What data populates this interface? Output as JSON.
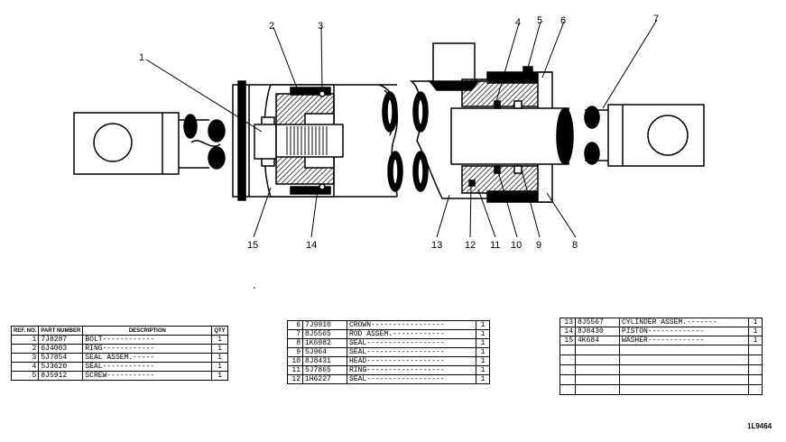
{
  "callouts": [
    "1",
    "2",
    "3",
    "4",
    "5",
    "6",
    "7",
    "8",
    "9",
    "10",
    "11",
    "12",
    "13",
    "14",
    "15"
  ],
  "table_headers": {
    "ref_no": "REF. NO.",
    "part_number": "PART NUMBER",
    "description": "DESCRIPTION",
    "qty": "QTY"
  },
  "parts": [
    {
      "ref": "1",
      "part": "7J8287",
      "desc": "BOLT",
      "qty": "1"
    },
    {
      "ref": "2",
      "part": "6J4003",
      "desc": "RING",
      "qty": "1"
    },
    {
      "ref": "3",
      "part": "5J7854",
      "desc": "SEAL ASSEM.",
      "qty": "1"
    },
    {
      "ref": "4",
      "part": "5J3620",
      "desc": "SEAL",
      "qty": "1"
    },
    {
      "ref": "5",
      "part": "8J5912",
      "desc": "SCREW",
      "qty": "1"
    },
    {
      "ref": "6",
      "part": "7J9910",
      "desc": "CROWN",
      "qty": "1"
    },
    {
      "ref": "7",
      "part": "8J5565",
      "desc": "ROD ASSEM.",
      "qty": "1"
    },
    {
      "ref": "8",
      "part": "1K6982",
      "desc": "SEAL",
      "qty": "1"
    },
    {
      "ref": "9",
      "part": "5J964",
      "desc": "SEAL",
      "qty": "1"
    },
    {
      "ref": "10",
      "part": "8J8431",
      "desc": "HEAD",
      "qty": "1"
    },
    {
      "ref": "11",
      "part": "5J7865",
      "desc": "RING",
      "qty": "1"
    },
    {
      "ref": "12",
      "part": "1H6227",
      "desc": "SEAL",
      "qty": "1"
    },
    {
      "ref": "13",
      "part": "8J5567",
      "desc": "CYLINDER ASSEM.",
      "qty": "1"
    },
    {
      "ref": "14",
      "part": "8J8430",
      "desc": "PISTON",
      "qty": "1"
    },
    {
      "ref": "15",
      "part": "4K684",
      "desc": "WASHER",
      "qty": "1"
    }
  ],
  "figure_id": "1L9464"
}
